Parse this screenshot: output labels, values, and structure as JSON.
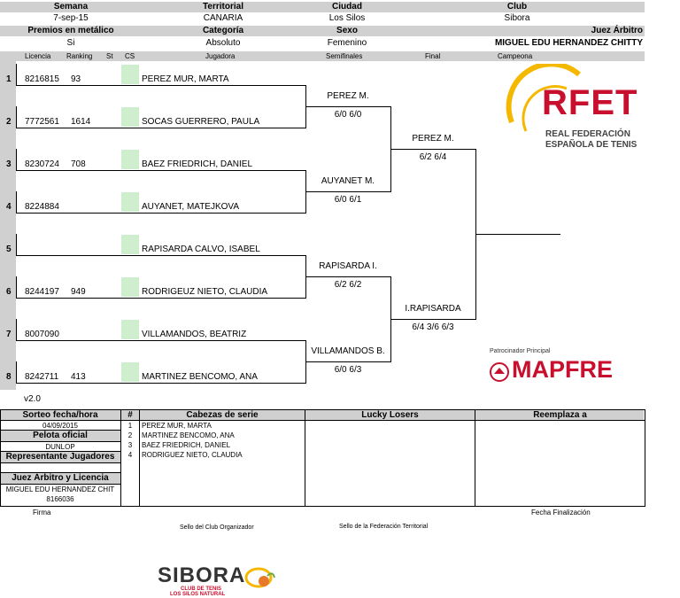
{
  "header": {
    "semana_label": "Semana",
    "semana_value": "7-sep-15",
    "territorial_label": "Territorial",
    "territorial_value": "CANARIA",
    "ciudad_label": "Ciudad",
    "ciudad_value": "Los Silos",
    "club_label": "Club",
    "club_value": "Sibora",
    "premios_label": "Premios en metálico",
    "premios_value": "Si",
    "categoria_label": "Categoría",
    "categoria_value": "Absoluto",
    "sexo_label": "Sexo",
    "sexo_value": "Femenino",
    "juez_label": "Juez Árbitro",
    "juez_value": "MIGUEL EDU HERNANDEZ CHITTY"
  },
  "columns": {
    "licencia": "Licencia",
    "ranking": "Ranking",
    "st": "St",
    "cs": "CS",
    "jugadora": "Jugadora",
    "semifinales": "Semifinales",
    "final": "Final",
    "campeona": "Campeona"
  },
  "players": [
    {
      "num": "1",
      "licencia": "8216815",
      "ranking": "93",
      "name": "PEREZ MUR, MARTA"
    },
    {
      "num": "2",
      "licencia": "7772561",
      "ranking": "1614",
      "name": "SOCAS GUERRERO, PAULA"
    },
    {
      "num": "3",
      "licencia": "8230724",
      "ranking": "708",
      "name": "BAEZ FRIEDRICH, DANIEL"
    },
    {
      "num": "4",
      "licencia": "8224884",
      "ranking": "",
      "name": "AUYANET, MATEJKOVA"
    },
    {
      "num": "5",
      "licencia": "",
      "ranking": "",
      "name": "RAPISARDA CALVO, ISABEL"
    },
    {
      "num": "6",
      "licencia": "8244197",
      "ranking": "949",
      "name": "RODRIGEUZ NIETO, CLAUDIA"
    },
    {
      "num": "7",
      "licencia": "8007090",
      "ranking": "",
      "name": "VILLAMANDOS, BEATRIZ"
    },
    {
      "num": "8",
      "licencia": "8242711",
      "ranking": "413",
      "name": "MARTINEZ BENCOMO, ANA"
    }
  ],
  "semifinals": [
    {
      "name": "PEREZ M.",
      "score": "6/0 6/0"
    },
    {
      "name": "AUYANET M.",
      "score": "6/0 6/1"
    },
    {
      "name": "RAPISARDA I.",
      "score": "6/2 6/2"
    },
    {
      "name": "VILLAMANDOS B.",
      "score": "6/0 6/3"
    }
  ],
  "finals": [
    {
      "name": "PEREZ M.",
      "score": "6/2 6/4"
    },
    {
      "name": "I.RAPISARDA",
      "score": "6/4 3/6 6/3"
    }
  ],
  "version": "v2.0",
  "bottom": {
    "sorteo_label": "Sorteo fecha/hora",
    "sorteo_value": "04/09/2015",
    "pelota_label": "Pelota oficial",
    "pelota_value": "DUNLOP",
    "representante_label": "Representante Jugadores",
    "juez_label": "Juez Árbitro y Licencia",
    "juez_name": "MIGUEL EDU HERNANDEZ CHIT",
    "juez_licencia": "8166036",
    "hash": "#",
    "cabezas_label": "Cabezas  de serie",
    "seeds": [
      {
        "n": "1",
        "name": "PEREZ MUR, MARTA"
      },
      {
        "n": "2",
        "name": "MARTINEZ BENCOMO, ANA"
      },
      {
        "n": "3",
        "name": "BAEZ FRIEDRICH, DANIEL"
      },
      {
        "n": "4",
        "name": "RODRIGUEZ NIETO, CLAUDIA"
      }
    ],
    "lucky_label": "Lucky Losers",
    "reemplaza_label": "Reemplaza a",
    "firma": "Firma",
    "fecha_fin": "Fecha Finalización",
    "sello_club": "Sello del Club Organizador",
    "sello_fed": "Sello de la Federación Territorial"
  },
  "logos": {
    "rfet_big": "RFET",
    "rfet_line1": "REAL FEDERACIÓN",
    "rfet_line2": "ESPAÑOLA DE TENIS",
    "patrocinador": "Patrocinador Principal",
    "mapfre": "MAPFRE",
    "sibora": "SIBORA",
    "sibora_sub1": "CLUB DE TENIS",
    "sibora_sub2": "LOS SILOS NATURAL"
  },
  "colors": {
    "rfet_red": "#c8102e",
    "rfet_yellow": "#f5b800",
    "cs_green": "#cfeece",
    "gray": "#d0d0d0"
  }
}
